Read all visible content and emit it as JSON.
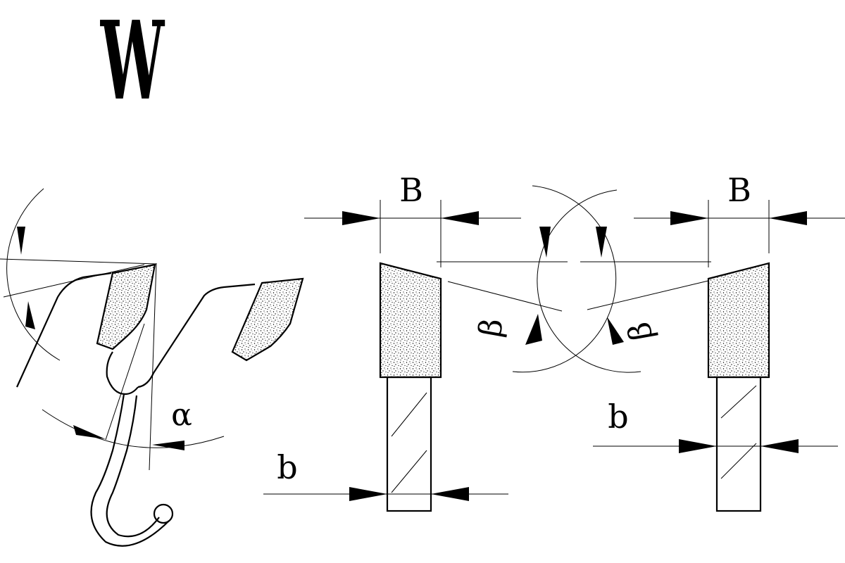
{
  "logo": {
    "letter": "W"
  },
  "labels": {
    "width_B": "B",
    "body_b": "b",
    "rake_angle": "α",
    "bevel_angle": "β"
  }
}
